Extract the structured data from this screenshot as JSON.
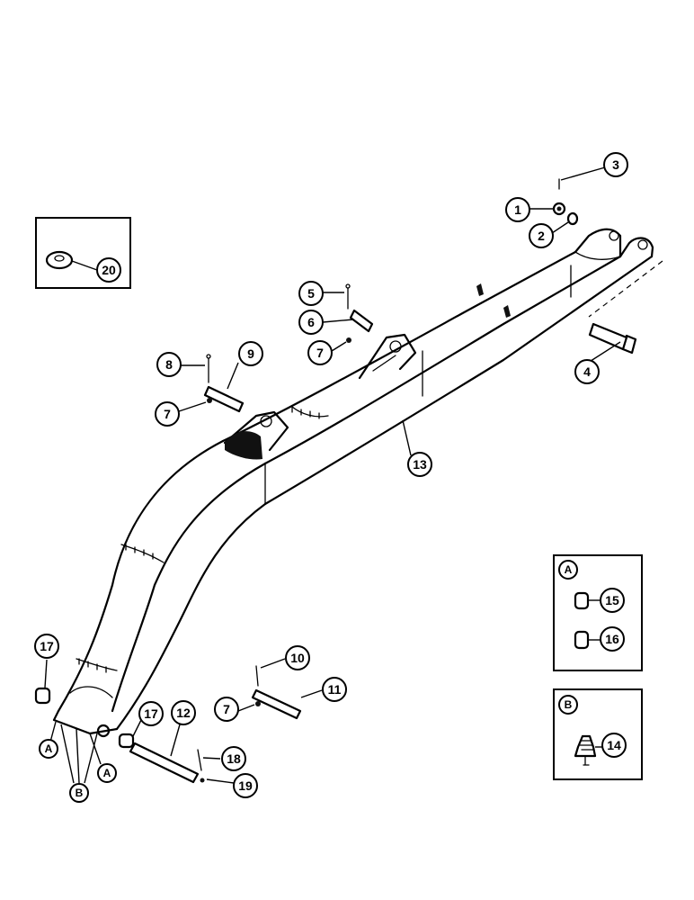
{
  "callouts": {
    "c1": "1",
    "c2": "2",
    "c3": "3",
    "c4": "4",
    "c5": "5",
    "c6": "6",
    "c7a": "7",
    "c7b": "7",
    "c7c": "7",
    "c8": "8",
    "c9": "9",
    "c10": "10",
    "c11": "11",
    "c12": "12",
    "c13": "13",
    "c14": "14",
    "c15": "15",
    "c16": "16",
    "c17a": "17",
    "c17b": "17",
    "c18": "18",
    "c19": "19",
    "c20": "20"
  },
  "zone_labels": {
    "a1": "A",
    "a2": "A",
    "b1": "B",
    "detail_a": "A",
    "detail_b": "B"
  }
}
